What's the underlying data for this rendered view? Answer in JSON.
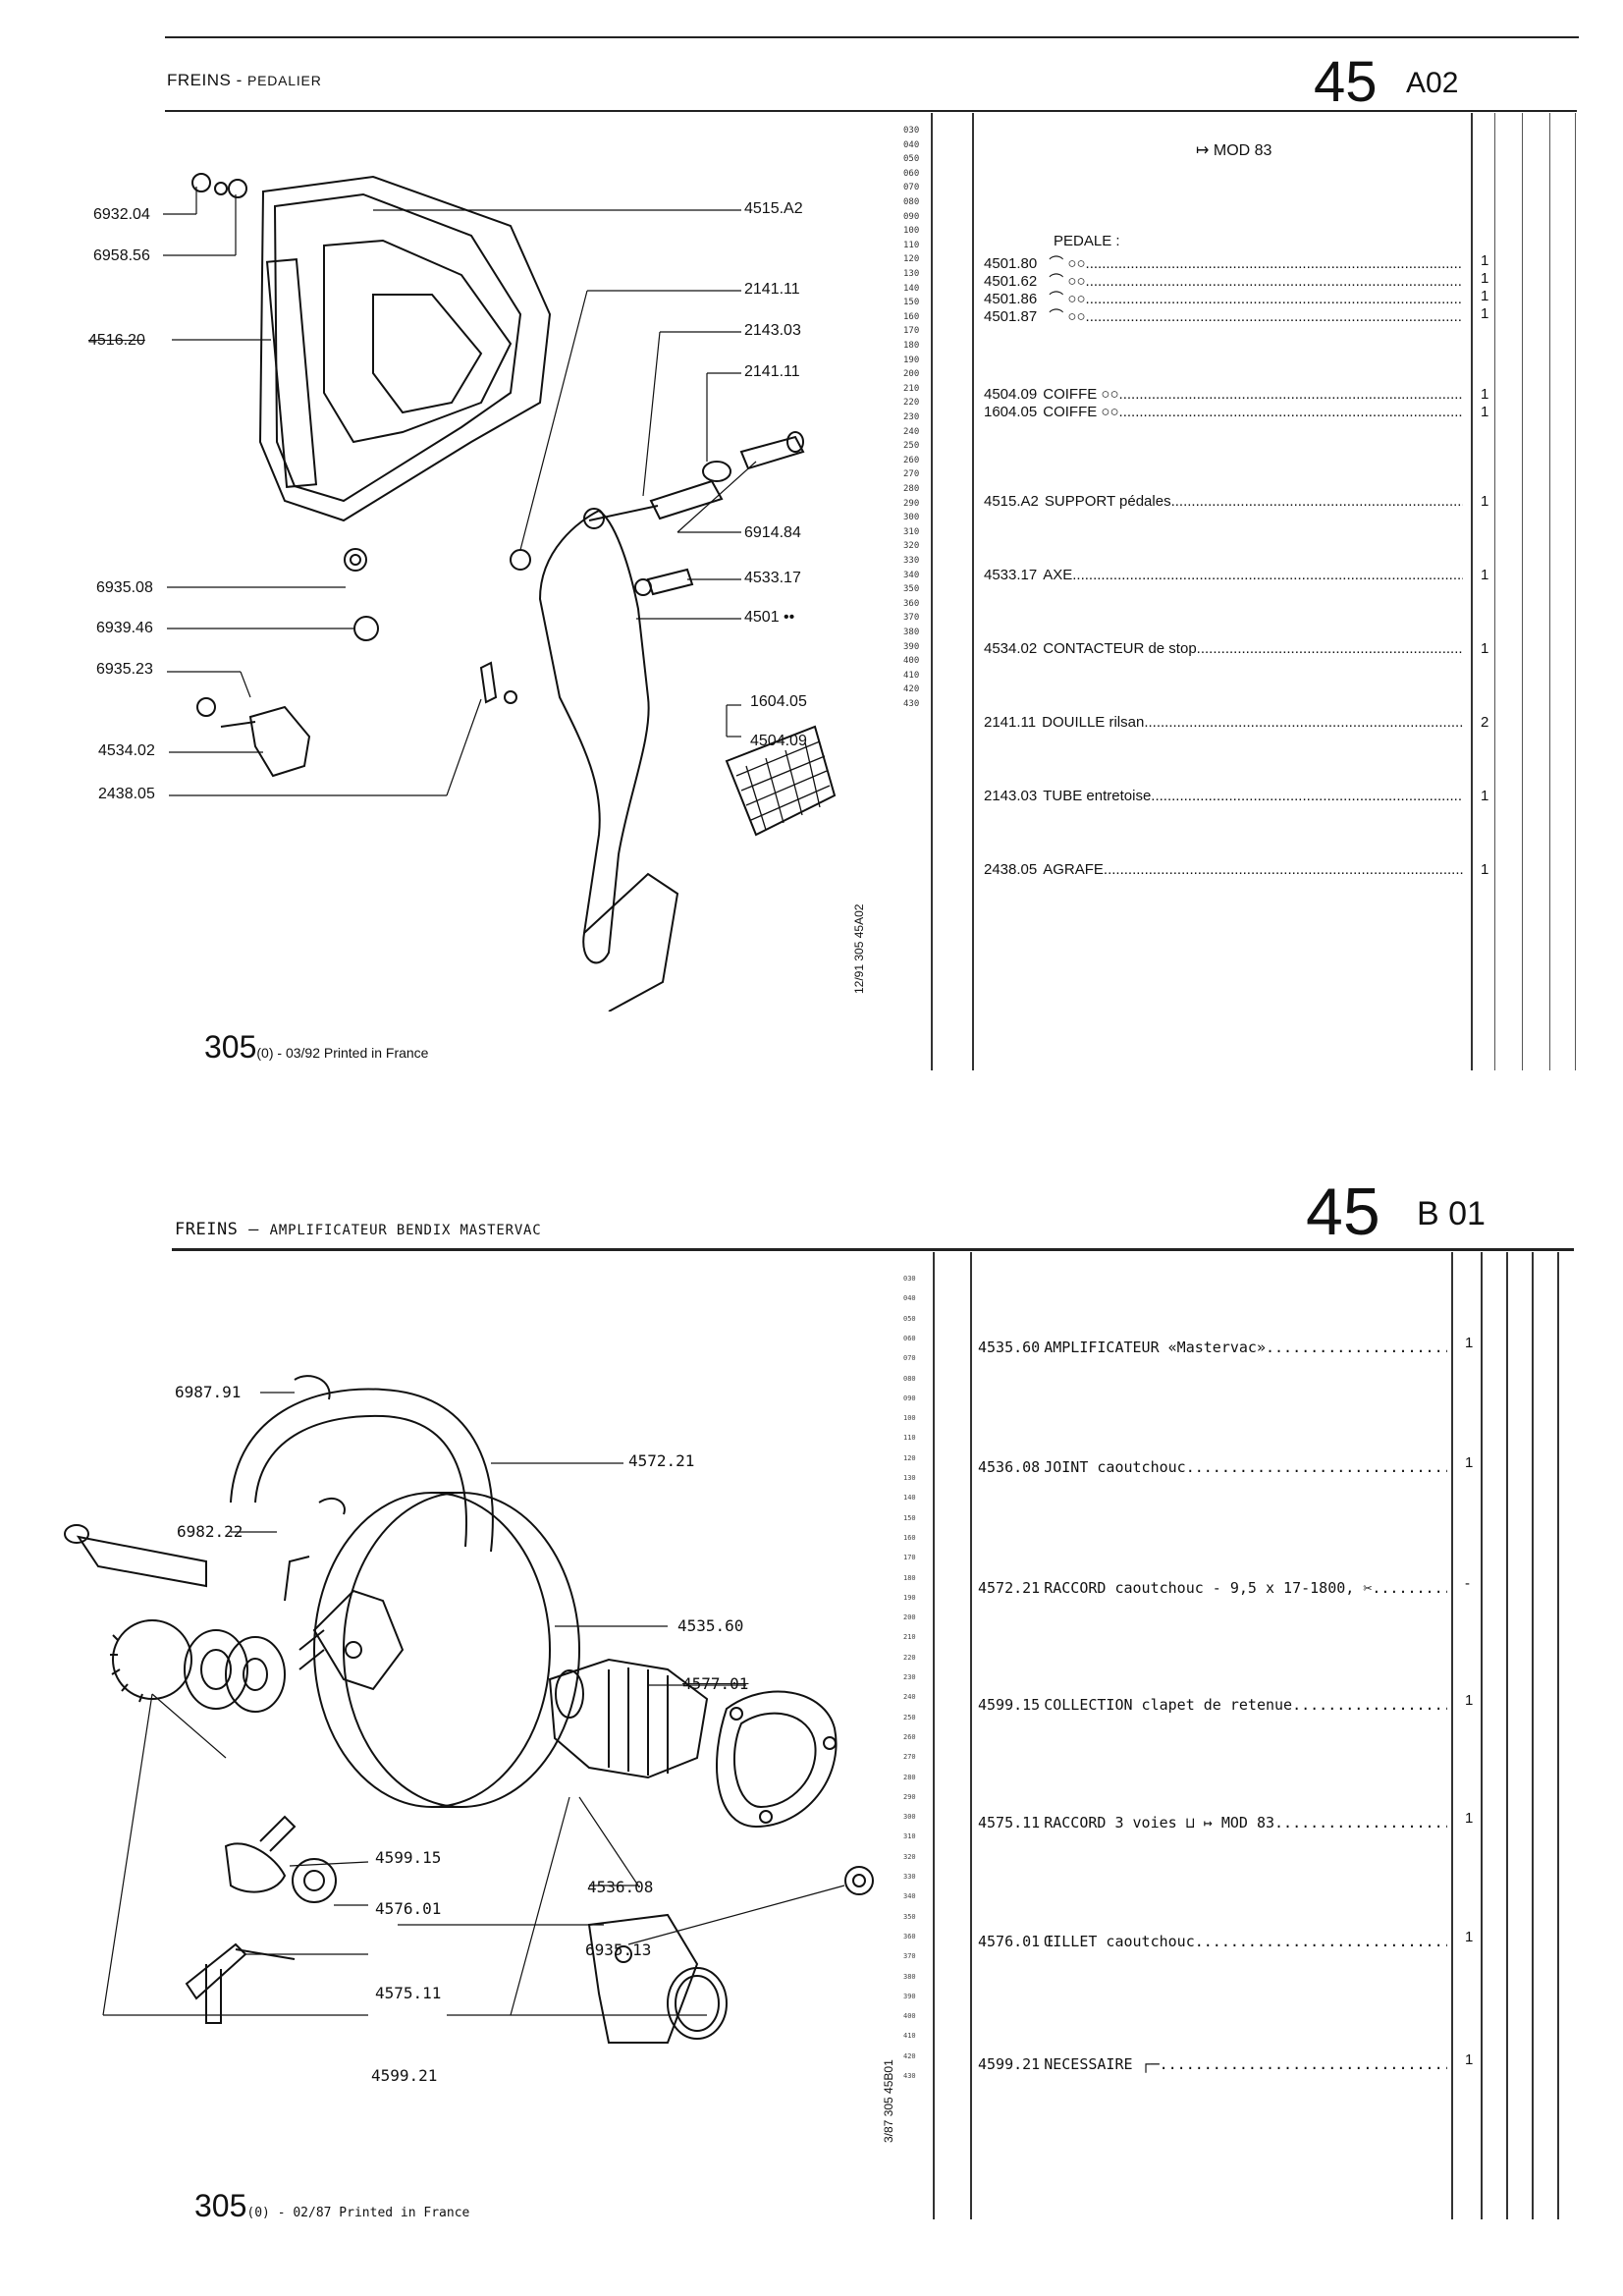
{
  "page1": {
    "title_main": "FREINS",
    "title_sub": "PEDALIER",
    "group_number": "45",
    "group_code": "A02",
    "mod_text": "MOD 83",
    "pedale_label": "PEDALE :",
    "callouts": [
      "6932.04",
      "6958.56",
      "4516.20",
      "4515.A2",
      "2141.11",
      "2143.03",
      "2141.11",
      "6914.84",
      "6935.08",
      "4533.17",
      "6939.46",
      "4501 ••",
      "6935.23",
      "1604.05",
      "4504.09",
      "4534.02",
      "2438.05"
    ],
    "vertical_ref": "12/91 305 45A02",
    "line_numbers": [
      "030",
      "040",
      "050",
      "060",
      "070",
      "080",
      "090",
      "100",
      "110",
      "120",
      "130",
      "140",
      "150",
      "160",
      "170",
      "180",
      "190",
      "200",
      "210",
      "220",
      "230",
      "240",
      "250",
      "260",
      "270",
      "280",
      "290",
      "300",
      "310",
      "320",
      "330",
      "340",
      "350",
      "360",
      "370",
      "380",
      "390",
      "400",
      "410",
      "420",
      "430"
    ],
    "parts": [
      {
        "ref": "4501.80",
        "desc": "",
        "qty": "1"
      },
      {
        "ref": "4501.62",
        "desc": "",
        "qty": "1"
      },
      {
        "ref": "4501.86",
        "desc": "",
        "qty": "1"
      },
      {
        "ref": "4501.87",
        "desc": "",
        "qty": "1"
      },
      {
        "ref": "4504.09",
        "desc": "COIFFE",
        "qty": "1"
      },
      {
        "ref": "1604.05",
        "desc": "COIFFE",
        "qty": "1"
      },
      {
        "ref": "4515.A2",
        "desc": "SUPPORT pédales",
        "qty": "1"
      },
      {
        "ref": "4533.17",
        "desc": "AXE",
        "qty": "1"
      },
      {
        "ref": "4534.02",
        "desc": "CONTACTEUR de stop",
        "qty": "1"
      },
      {
        "ref": "2141.11",
        "desc": "DOUILLE rilsan",
        "qty": "2"
      },
      {
        "ref": "2143.03",
        "desc": "TUBE entretoise",
        "qty": "1"
      },
      {
        "ref": "2438.05",
        "desc": "AGRAFE",
        "qty": "1"
      }
    ],
    "footer_num": "305",
    "footer_text": "(0) - 03/92 Printed in France"
  },
  "page2": {
    "title_main": "FREINS",
    "title_sub": "AMPLIFICATEUR BENDIX MASTERVAC",
    "group_number": "45",
    "group_code": "B 01",
    "callouts": [
      "6987.91",
      "4572.21",
      "6982.22",
      "4535.60",
      "4577.01",
      "4599.15",
      "4536.08",
      "4576.01",
      "6935.13",
      "4575.11",
      "4599.21"
    ],
    "vertical_ref": "3/87 305 45B01",
    "parts": [
      {
        "ref": "4535.60",
        "desc": "AMPLIFICATEUR «Mastervac»",
        "qty": "1"
      },
      {
        "ref": "4536.08",
        "desc": "JOINT caoutchouc",
        "qty": "1"
      },
      {
        "ref": "4572.21",
        "desc": "RACCORD caoutchouc - 9,5 x 17-1800,",
        "qty": "-"
      },
      {
        "ref": "4599.15",
        "desc": "COLLECTION clapet de retenue",
        "qty": "1"
      },
      {
        "ref": "4575.11",
        "desc": "RACCORD 3 voies",
        "desc2": "MOD 83",
        "qty": "1"
      },
      {
        "ref": "4576.01",
        "desc": "ŒILLET caoutchouc",
        "qty": "1"
      },
      {
        "ref": "4599.21",
        "desc": "NECESSAIRE",
        "qty": "1"
      }
    ],
    "footer_num": "305",
    "footer_text": "(0) - 02/87 Printed in France"
  }
}
